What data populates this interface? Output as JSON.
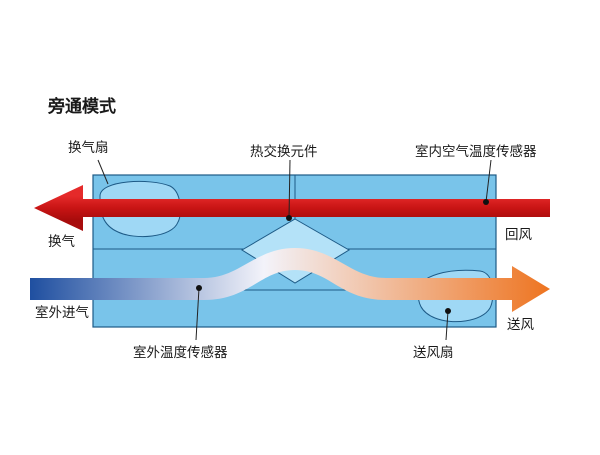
{
  "title": "旁通模式",
  "labels": {
    "exhaust_fan": "换气扇",
    "heat_exchanger": "热交换元件",
    "indoor_temp_sensor": "室内空气温度传感器",
    "exhaust": "换气",
    "return_air": "回风",
    "outdoor_intake": "室外进气",
    "supply_air": "送风",
    "outdoor_temp_sensor": "室外温度传感器",
    "supply_fan": "送风扇"
  },
  "colors": {
    "housing": "#79c4ea",
    "housing_border": "#1d5a86",
    "fan_fill": "#9fd8f5",
    "red_arrow": "#cc1616",
    "supply_start": "#1f4fa0",
    "supply_mid": "#f3f3fa",
    "supply_end": "#ee7420"
  }
}
